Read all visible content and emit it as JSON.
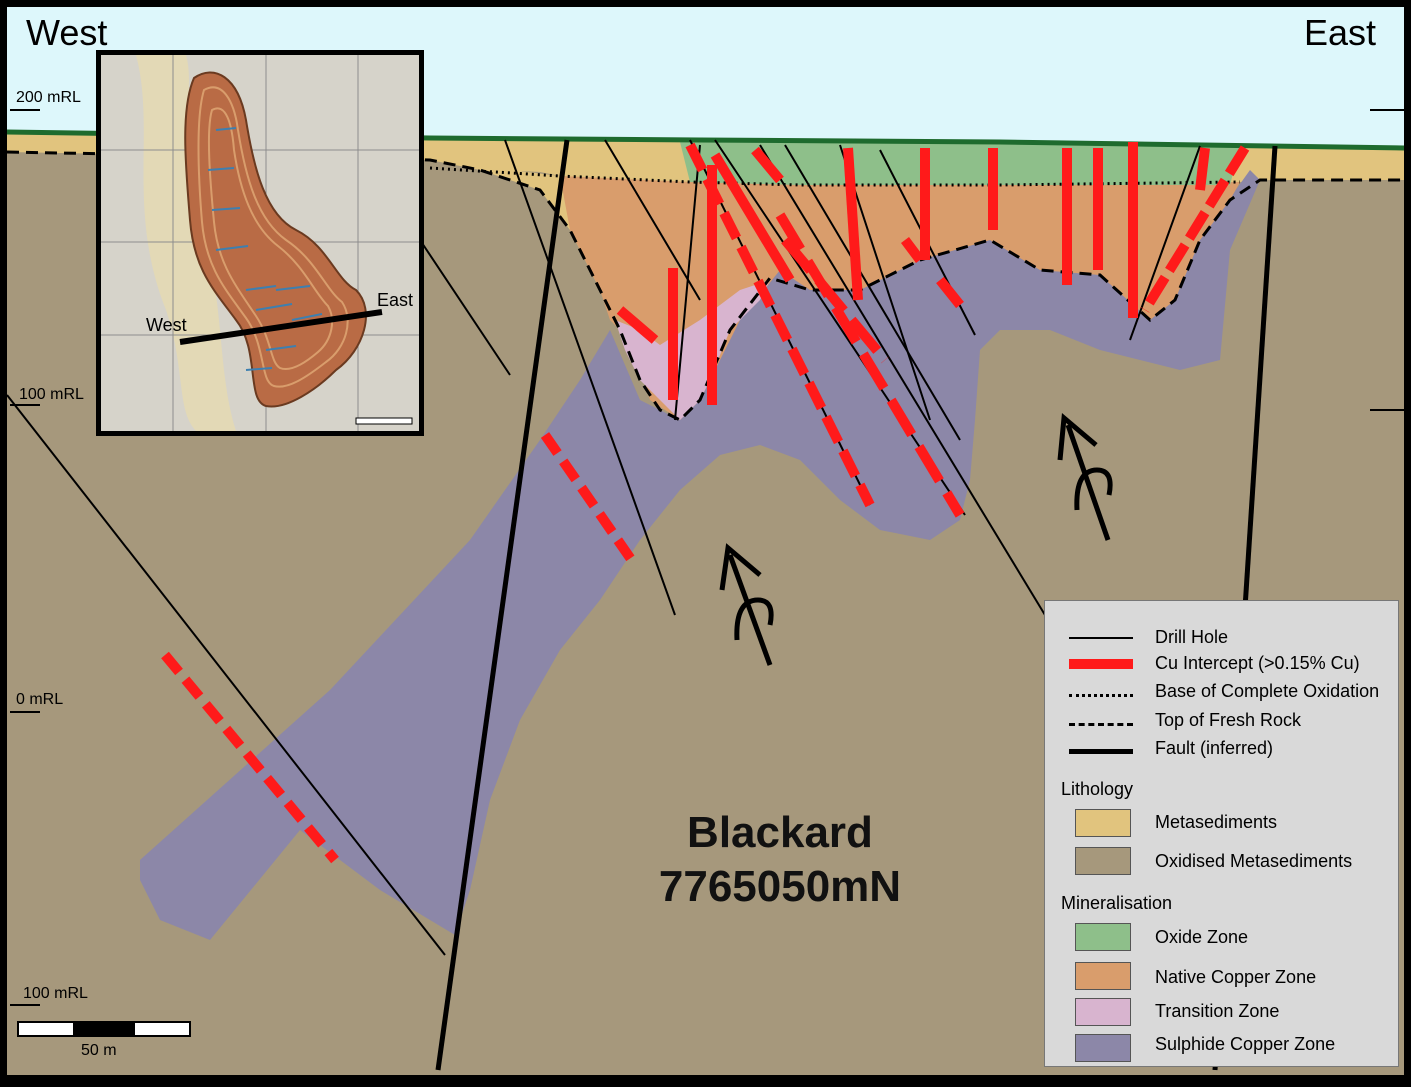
{
  "section": {
    "west_label": "West",
    "east_label": "East",
    "title_line1": "Blackard",
    "title_line2": "7765050mN"
  },
  "rl_labels": [
    "200 mRL",
    "100 mRL",
    "0 mRL",
    "100 mRL"
  ],
  "scale_bar": {
    "label": "50 m"
  },
  "inset_map": {
    "west_label": "West",
    "east_label": "East"
  },
  "legend": {
    "lines": [
      {
        "label": "Drill Hole",
        "style": "thin-solid"
      },
      {
        "label": "Cu Intercept (>0.15% Cu)",
        "style": "thick-red"
      },
      {
        "label": "Base of Complete Oxidation",
        "style": "dotted"
      },
      {
        "label": "Top of Fresh Rock",
        "style": "dashed"
      },
      {
        "label": "Fault (inferred)",
        "style": "thick-solid"
      }
    ],
    "lithology_heading": "Lithology",
    "lithology": [
      {
        "label": "Metasediments",
        "color": "#e1c47e"
      },
      {
        "label": "Oxidised Metasediments",
        "color": "#a6987c"
      }
    ],
    "mineralisation_heading": "Mineralisation",
    "mineralisation": [
      {
        "label": "Oxide Zone",
        "color": "#8ebf8a"
      },
      {
        "label": "Native Copper Zone",
        "color": "#d99d6c"
      },
      {
        "label": "Transition Zone",
        "color": "#d8b4cf"
      },
      {
        "label": "Sulphide Copper Zone",
        "color": "#8c87a8"
      }
    ]
  },
  "colors": {
    "sky": "#ddf7fb",
    "ground_line": "#1e6b2e",
    "intercept": "#ff1a1a"
  }
}
